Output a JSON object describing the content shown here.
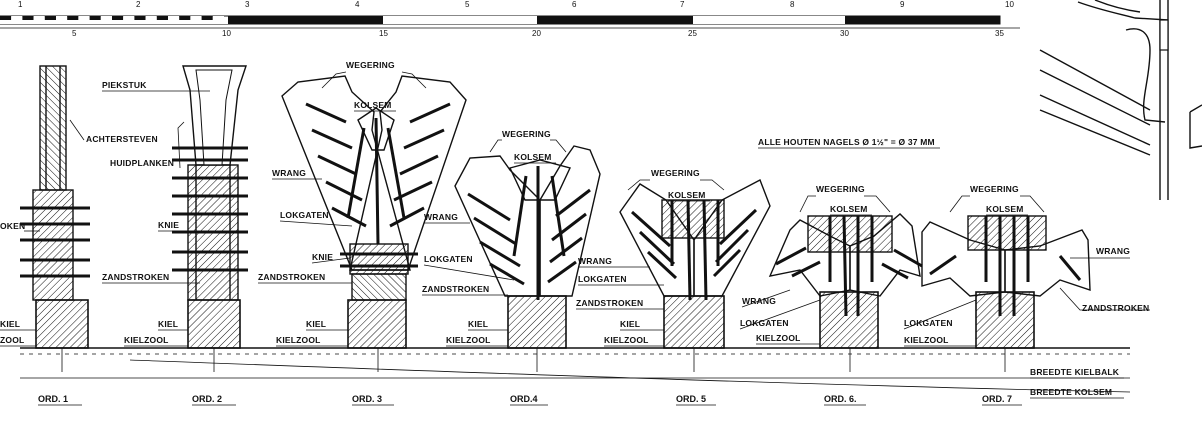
{
  "scale": {
    "top_ticks": [
      "1",
      "2",
      "3",
      "4",
      "5",
      "6",
      "7",
      "8",
      "9",
      "10"
    ],
    "bottom_ticks": [
      "5",
      "10",
      "15",
      "20",
      "25",
      "30",
      "35"
    ]
  },
  "note": "ALLE HOUTEN NAGELS Ø 1½\" = Ø 37 MM",
  "labels": {
    "piekstuk": "PIEKSTUK",
    "achtersteven": "ACHTERSTEVEN",
    "huidplanken": "HUIDPLANKEN",
    "knie": "KNIE",
    "zandstroken": "ZANDSTROKEN",
    "kiel": "KIEL",
    "kielzool": "KIELZOOL",
    "wegering": "WEGERING",
    "kolsem": "KOLSEM",
    "wrang": "WRANG",
    "lokgaten": "LOKGATEN",
    "oken_partial": "OKEN",
    "kiel_partial": "KIEL",
    "zool_partial": "ZOOL",
    "breedte_kielbalk": "BREEDTE KIELBALK",
    "breedte_kolsem": "BREEDTE KOLSEM"
  },
  "frames": [
    "ORD. 1",
    "ORD. 2",
    "ORD. 3",
    "ORD.4",
    "ORD. 5",
    "ORD. 6.",
    "ORD. 7"
  ]
}
